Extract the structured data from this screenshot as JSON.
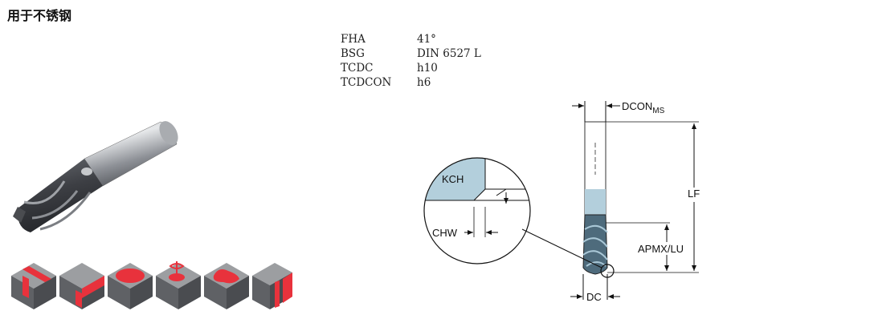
{
  "title": "用于不锈钢",
  "specs": [
    {
      "key": "FHA",
      "value": "41°"
    },
    {
      "key": "BSG",
      "value": "DIN 6527 L"
    },
    {
      "key": "TCDC",
      "value": "h10"
    },
    {
      "key": "TCDCON",
      "value": "h6"
    }
  ],
  "drawing": {
    "dcon": "DCON",
    "dcon_sub": "MS",
    "lf": "LF",
    "apmx": "APMX/LU",
    "dc": "DC",
    "kch": "KCH",
    "chw": "CHW"
  },
  "operations": [
    "slotting",
    "shoulder",
    "pocketing",
    "helical",
    "profiling",
    "side-milling"
  ],
  "colors": {
    "accent": "#e8323c",
    "block": "#7d7f82",
    "tool": "#5e6166"
  }
}
